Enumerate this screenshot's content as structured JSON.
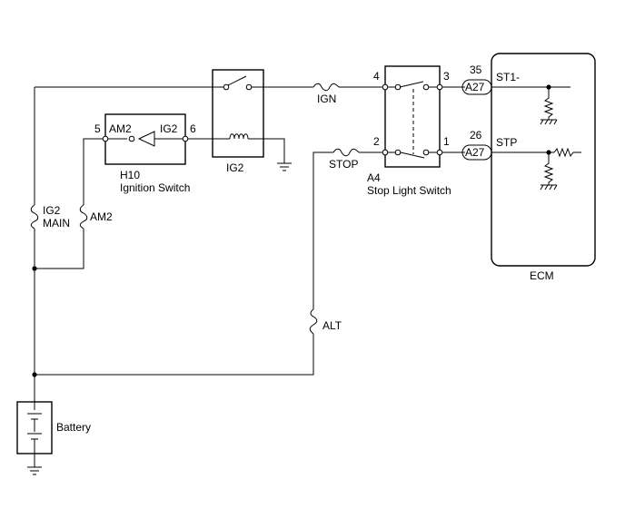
{
  "components": {
    "ignition_switch": {
      "connector": "H10",
      "name": "Ignition Switch",
      "pin_left": "5",
      "pin_left_label": "AM2",
      "pin_right": "6",
      "pin_right_label": "IG2"
    },
    "ig2_relay": {
      "name": "IG2"
    },
    "stop_light_switch": {
      "connector": "A4",
      "name": "Stop Light Switch",
      "pins": [
        "4",
        "3",
        "2",
        "1"
      ]
    },
    "ecm": {
      "name": "ECM",
      "connector": "A27",
      "pin_st1": "35",
      "label_st1": "ST1-",
      "pin_stp": "26",
      "label_stp": "STP"
    },
    "battery": {
      "name": "Battery"
    }
  },
  "fuses": {
    "ig2_main": {
      "line1": "IG2",
      "line2": "MAIN"
    },
    "am2": "AM2",
    "ign": "IGN",
    "stop": "STOP",
    "alt": "ALT"
  }
}
